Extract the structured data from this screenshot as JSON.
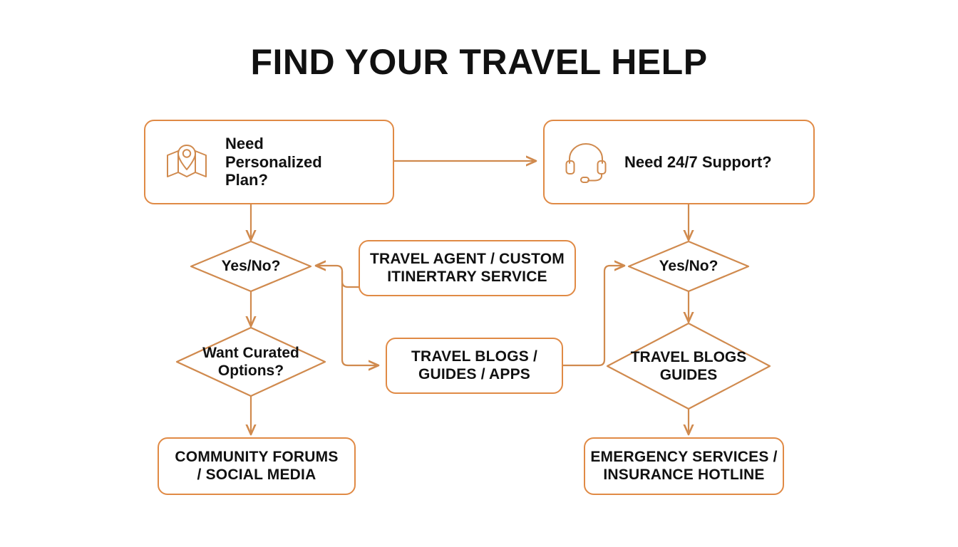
{
  "page": {
    "title": "FIND YOUR TRAVEL HELP",
    "accent_color": "#e08a45",
    "connector_color": "#d08a4e",
    "text_color": "#111111",
    "background_color": "#ffffff"
  },
  "nodes": {
    "need_personalized_plan": {
      "label": "Need\nPersonalized\nPlan?",
      "line1": "Need",
      "line2": "Personalized",
      "line3": "Plan?",
      "icon": "map-pin-icon",
      "shape": "rounded-rectangle"
    },
    "need_support": {
      "label": "Need 24/7 Support?",
      "icon": "headset-icon",
      "shape": "rounded-rectangle"
    },
    "left_yes_no": {
      "label": "Yes/No?",
      "shape": "diamond"
    },
    "right_yes_no": {
      "label": "Yes/No?",
      "shape": "diamond"
    },
    "want_curated_options": {
      "line1": "Want Curated",
      "line2": "Options?",
      "label": "Want Curated Options?",
      "shape": "diamond"
    },
    "travel_agent": {
      "line1": "TRAVEL AGENT / CUSTOM",
      "line2": "ITINERTARY SERVICE",
      "label": "TRAVEL AGENT / CUSTOM ITINERTARY SERVICE",
      "shape": "rectangle"
    },
    "travel_blogs_apps": {
      "line1": "TRAVEL BLOGS /",
      "line2": "GUIDES / APPS",
      "label": "TRAVEL BLOGS / GUIDES / APPS",
      "shape": "rectangle"
    },
    "travel_blogs_guides": {
      "line1": "TRAVEL BLOGS",
      "line2": "GUIDES",
      "label": "TRAVEL BLOGS GUIDES",
      "shape": "diamond"
    },
    "community_forums": {
      "line1": "COMMUNITY FORUMS",
      "line2": "/ SOCIAL MEDIA",
      "label": "COMMUNITY FORUMS / SOCIAL MEDIA",
      "shape": "rectangle"
    },
    "emergency_services": {
      "line1": "EMERGENCY SERVICES /",
      "line2": "INSURANCE HOTLINE",
      "label": "EMERGENCY SERVICES / INSURANCE HOTLINE",
      "shape": "rectangle"
    }
  },
  "chart_data": {
    "type": "diagram",
    "diagram_type": "flowchart",
    "title": "FIND YOUR TRAVEL HELP",
    "nodes": [
      {
        "id": "need_personalized_plan",
        "text": "Need Personalized Plan?",
        "shape": "rounded-rectangle",
        "icon": "map-pin"
      },
      {
        "id": "need_support",
        "text": "Need 24/7 Support?",
        "shape": "rounded-rectangle",
        "icon": "headset"
      },
      {
        "id": "left_yes_no",
        "text": "Yes/No?",
        "shape": "diamond"
      },
      {
        "id": "travel_agent",
        "text": "TRAVEL AGENT / CUSTOM ITINERTARY SERVICE",
        "shape": "rectangle"
      },
      {
        "id": "right_yes_no",
        "text": "Yes/No?",
        "shape": "diamond"
      },
      {
        "id": "want_curated_options",
        "text": "Want Curated Options?",
        "shape": "diamond"
      },
      {
        "id": "travel_blogs_apps",
        "text": "TRAVEL BLOGS / GUIDES / APPS",
        "shape": "rectangle"
      },
      {
        "id": "travel_blogs_guides",
        "text": "TRAVEL BLOGS GUIDES",
        "shape": "diamond"
      },
      {
        "id": "community_forums",
        "text": "COMMUNITY FORUMS / SOCIAL MEDIA",
        "shape": "rectangle"
      },
      {
        "id": "emergency_services",
        "text": "EMERGENCY SERVICES / INSURANCE HOTLINE",
        "shape": "rectangle"
      }
    ],
    "edges": [
      {
        "from": "need_personalized_plan",
        "to": "need_support",
        "direction": "right"
      },
      {
        "from": "need_personalized_plan",
        "to": "left_yes_no",
        "direction": "down"
      },
      {
        "from": "need_support",
        "to": "right_yes_no",
        "direction": "down"
      },
      {
        "from": "travel_agent",
        "to": "left_yes_no",
        "direction": "left"
      },
      {
        "from": "left_yes_no",
        "to": "want_curated_options",
        "direction": "down"
      },
      {
        "from": "travel_agent",
        "to": "travel_blogs_apps",
        "direction": "down-right"
      },
      {
        "from": "want_curated_options",
        "to": "community_forums",
        "direction": "down"
      },
      {
        "from": "travel_blogs_apps",
        "to": "right_yes_no",
        "direction": "up-right"
      },
      {
        "from": "right_yes_no",
        "to": "travel_blogs_guides",
        "direction": "down"
      },
      {
        "from": "travel_blogs_guides",
        "to": "emergency_services",
        "direction": "down"
      }
    ]
  }
}
